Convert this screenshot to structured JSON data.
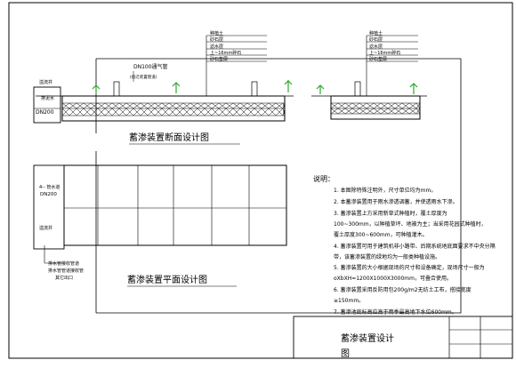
{
  "drawing": {
    "title_section": "蓄渗装置断面设计图",
    "title_plan": "蓄渗装置平面设计图",
    "pipe_label": "DN100通气管",
    "pipe_sub": "(宿迁装置管道)",
    "left_labels": {
      "well": "溢流井",
      "pipe_dia": "DN200",
      "note": "排泥水"
    },
    "plan_labels": {
      "inlet": "4-- 管水道",
      "inlet_dia": "DN200",
      "chamber": "溢流井",
      "outlet_a": "排水管接收管道",
      "outlet_b": "排水管管道接收管",
      "outlet_c": "其它出口"
    },
    "layer_labels_a": [
      "种植土",
      "砂石层",
      "滤水层",
      "上~16mm碎石",
      "砂石垫层"
    ],
    "layer_labels_b": [
      "种植土",
      "砂石层",
      "滤水层",
      "上~16mm碎石",
      "砂石垫层"
    ],
    "notes_title": "说明：",
    "notes": [
      "1. 本图除特殊注明外，尺寸单位均为mm。",
      "2. 本蓄渗装置用于雨水渗透调蓄，并使透雨水下渗。",
      "3. 蓄渗装置上方采用新草式种植时，覆土厚度为",
      "100~300mm，以种植草坪、地被为主；当采用花园式种植时，",
      "覆土厚度300~600mm，可种植灌木。",
      "4. 蓄渗装置可用于建筑机非小路带、后期系统地底面要求不中央分隔",
      "带，该蓄渗装置的绿地均为一般类种植设施。",
      "5. 蓄渗装置的大小根据现场的尺寸和设备确定，现场尺寸一般为",
      "oXbXH=1200X1000X3000mm，可叠合使用。",
      "6. 蓄渗装置采用反防用包200g/m2无纺土工布，搭接宽度",
      "≥150mm。",
      "7. 蓄渗池底标高应高于雨季最高地下水位600mm。"
    ],
    "titleblock": {
      "name": "蓄渗装置设计",
      "sub": "图"
    }
  }
}
